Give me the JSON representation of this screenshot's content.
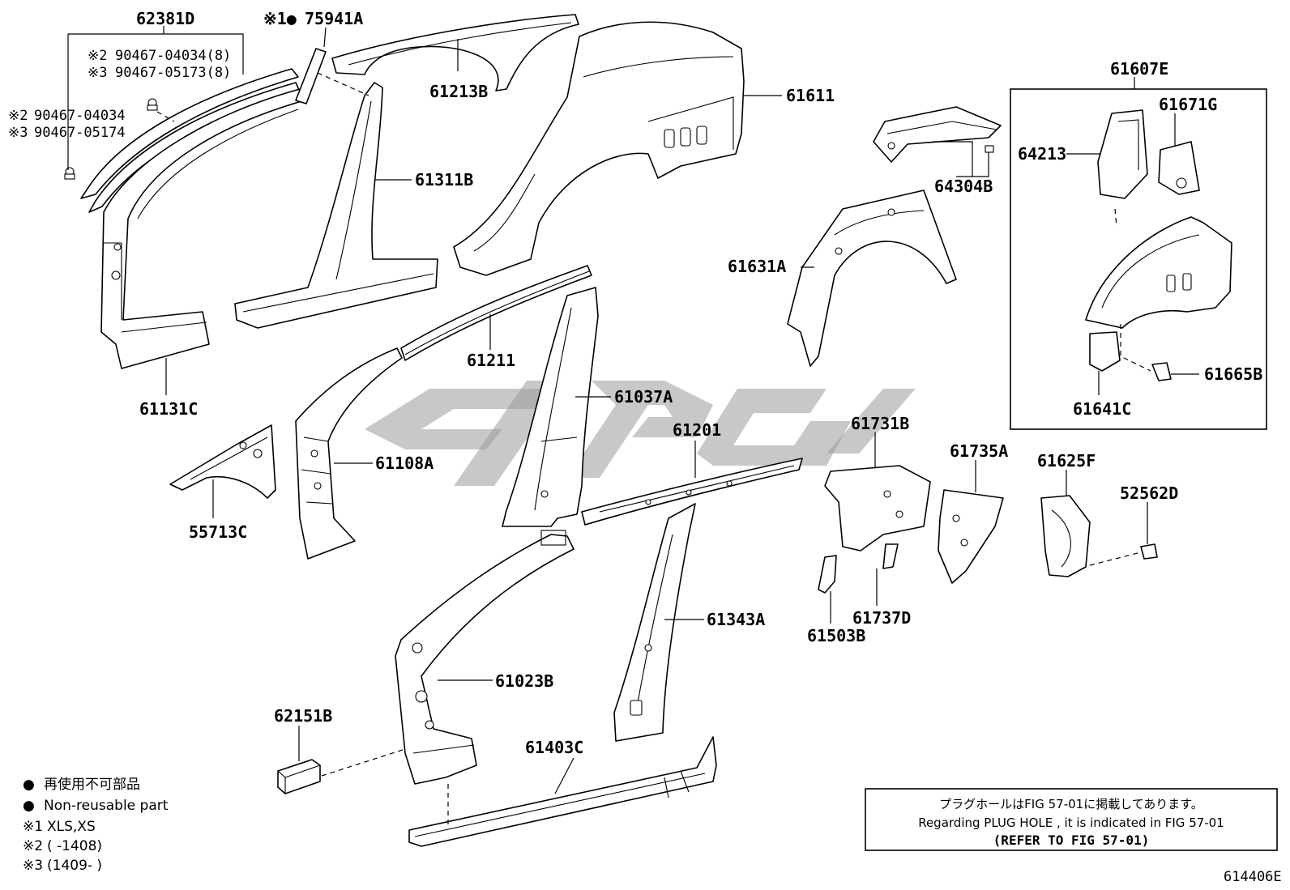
{
  "parts": [
    {
      "id": "62381D"
    },
    {
      "id": "75941A",
      "prefix": "※1●"
    },
    {
      "id": "61213B"
    },
    {
      "id": "61611"
    },
    {
      "id": "61311B"
    },
    {
      "id": "61131C"
    },
    {
      "id": "61211"
    },
    {
      "id": "61037A"
    },
    {
      "id": "61108A"
    },
    {
      "id": "55713C"
    },
    {
      "id": "61201"
    },
    {
      "id": "61023B"
    },
    {
      "id": "61343A"
    },
    {
      "id": "62151B"
    },
    {
      "id": "61403C"
    },
    {
      "id": "64304B"
    },
    {
      "id": "61631A"
    },
    {
      "id": "61607E"
    },
    {
      "id": "64213"
    },
    {
      "id": "61671G"
    },
    {
      "id": "61665B"
    },
    {
      "id": "61641C"
    },
    {
      "id": "61731B"
    },
    {
      "id": "61735A"
    },
    {
      "id": "61625F"
    },
    {
      "id": "52562D"
    },
    {
      "id": "61503B"
    },
    {
      "id": "61737D"
    }
  ],
  "clips": [
    {
      "mark": "※2",
      "number": "90467-04034(8)"
    },
    {
      "mark": "※3",
      "number": "90467-05173(8)"
    },
    {
      "mark": "※2",
      "number": "90467-04034"
    },
    {
      "mark": "※3",
      "number": "90467-05174"
    }
  ],
  "legend": {
    "bullet": "●",
    "jp": "再使用不可部品",
    "en": "Non-reusable part",
    "notes": [
      {
        "mark": "※1",
        "text": "XLS,XS"
      },
      {
        "mark": "※2",
        "text": "(        -1408)"
      },
      {
        "mark": "※3",
        "text": "(1409-        )"
      }
    ]
  },
  "note_box": {
    "jp": "プラグホールはFIG 57-01に掲載してあります。",
    "en": "Regarding  PLUG  HOLE , it is indicated in FIG  57-01",
    "ref": "(REFER TO FIG 57-01)"
  },
  "figure_code": "614406E",
  "colors": {
    "line": "#000000",
    "watermark": "#9b9b9b"
  }
}
